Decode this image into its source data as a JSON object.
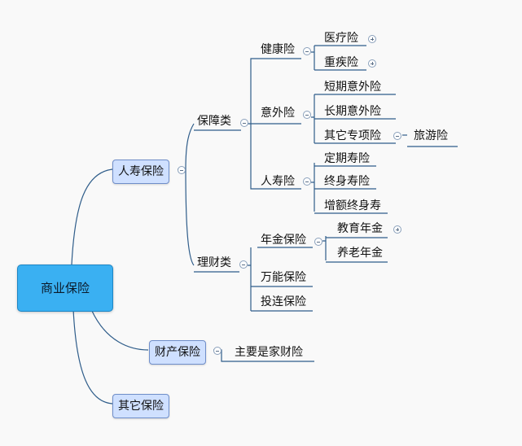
{
  "map": {
    "root": "商业保险",
    "life": "人寿保险",
    "property": "财产保险",
    "other": "其它保险",
    "protection": "保障类",
    "wealth": "理财类",
    "health": "健康险",
    "medical": "医疗险",
    "critical": "重疾险",
    "accident": "意外险",
    "short_accident": "短期意外险",
    "long_accident": "长期意外险",
    "special": "其它专项险",
    "travel": "旅游险",
    "life_ins": "人寿险",
    "term_life": "定期寿险",
    "whole_life": "终身寿险",
    "increasing_life": "增额终身寿",
    "annuity": "年金保险",
    "education": "教育年金",
    "pension": "养老年金",
    "universal": "万能保险",
    "investment": "投连保险",
    "home": "主要是家财险"
  },
  "colors": {
    "line": "#2f5d8a",
    "root_fill": "#3ab0f2",
    "box_fill": "#cfe0ff",
    "toggle_border": "#8aa0bb"
  }
}
